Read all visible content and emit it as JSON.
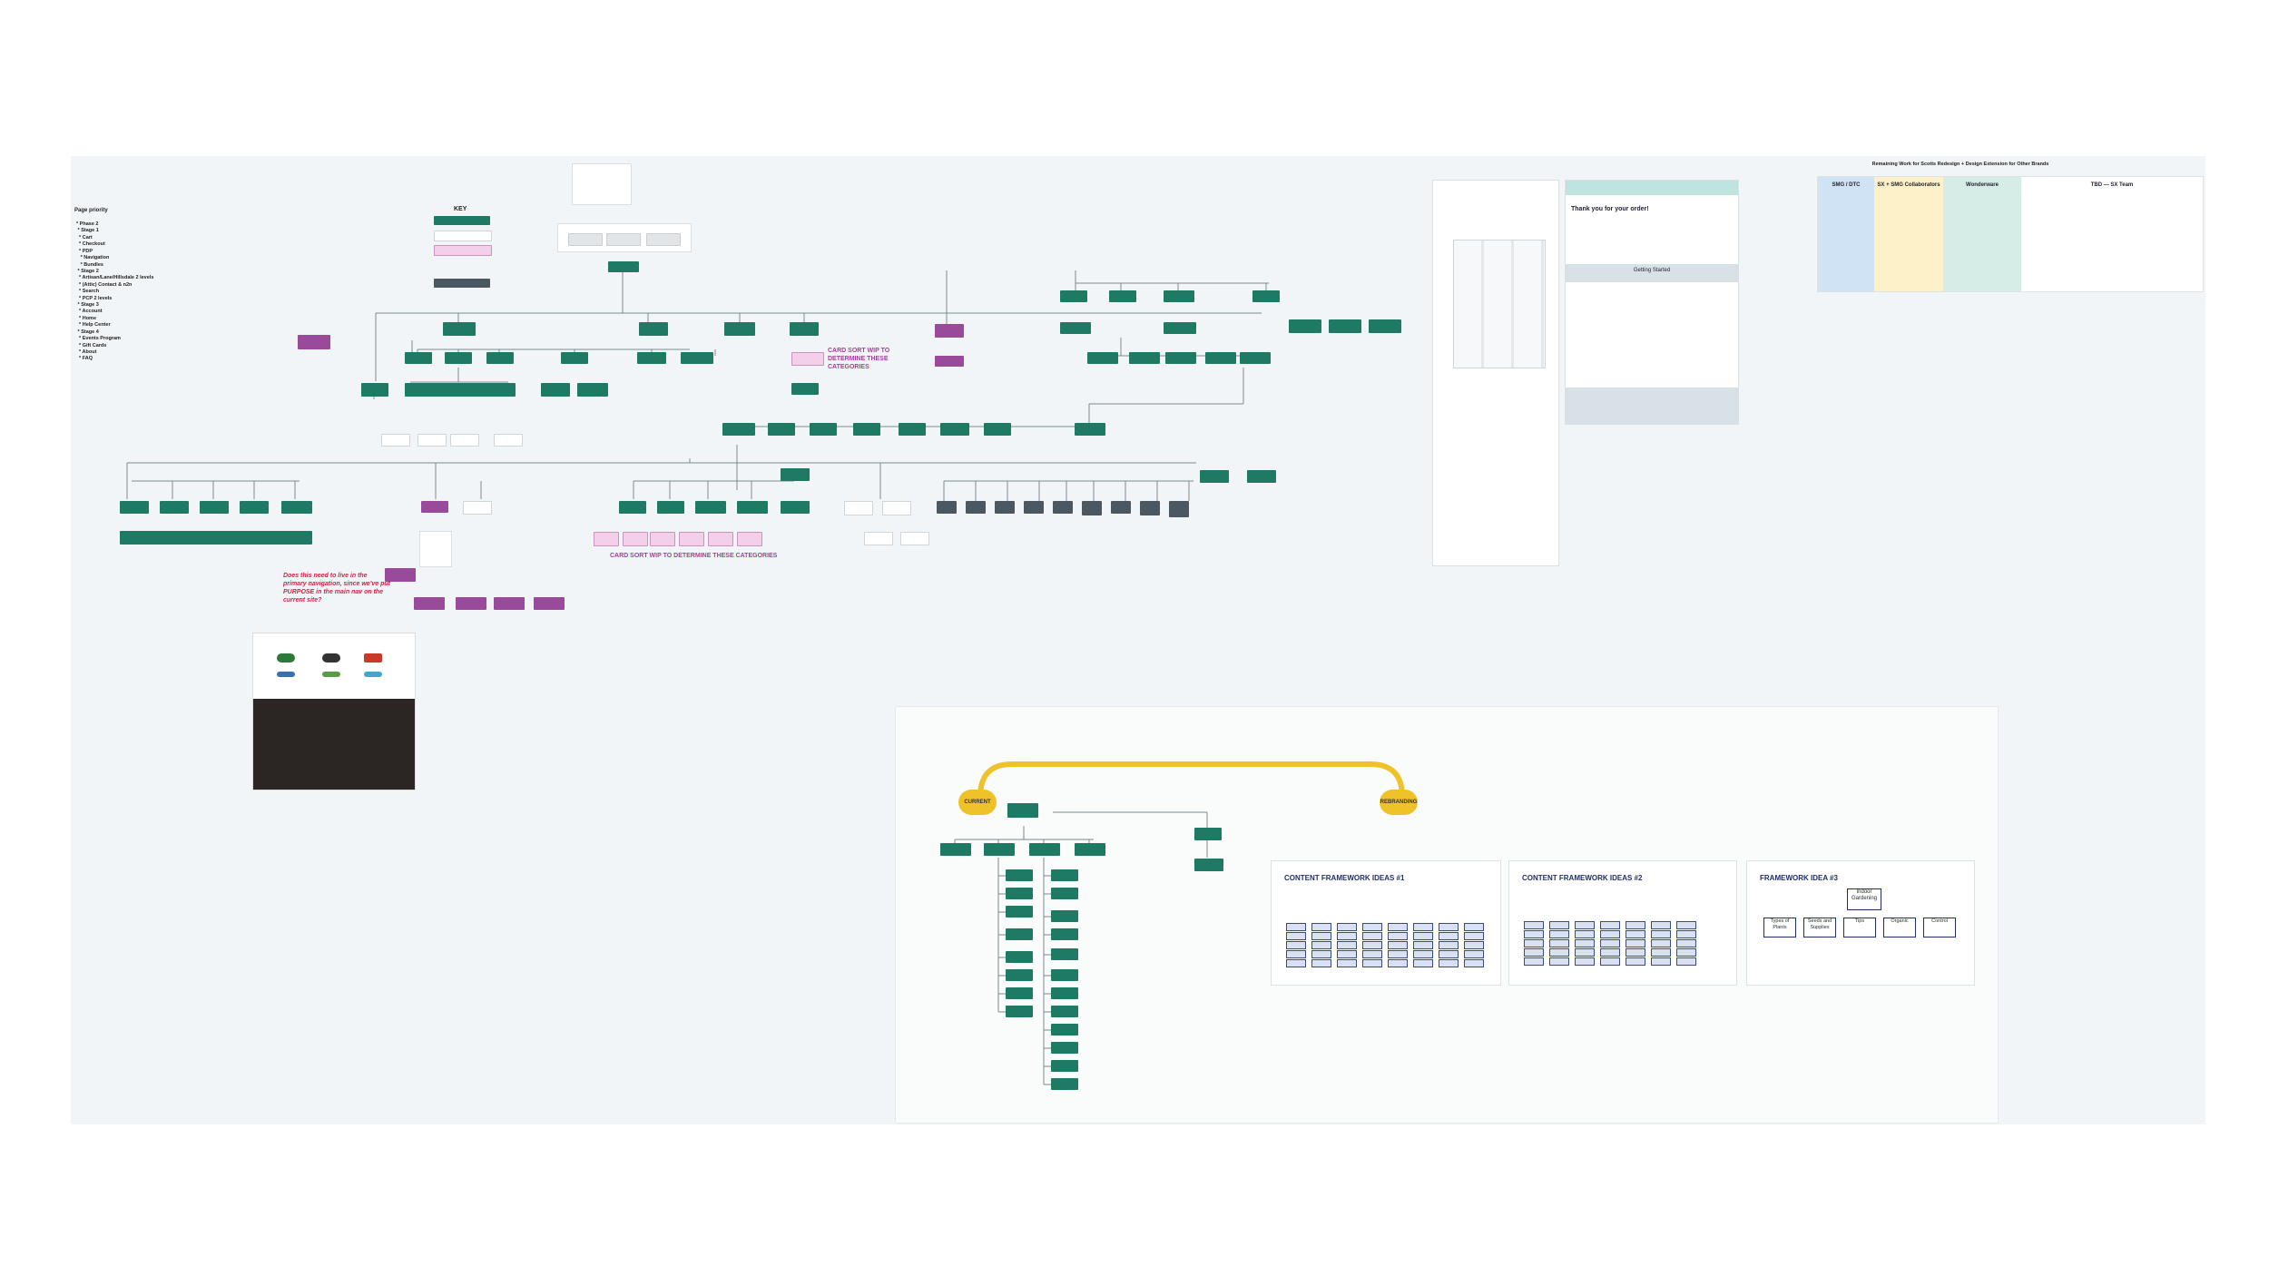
{
  "priority": {
    "title": "Page priority",
    "lines": [
      "* Phase 2",
      " * Stage 1",
      "  * Cart",
      "  * Checkout",
      "  * PDP",
      "   * Navigation",
      "   * Bundles",
      " * Stage 2",
      "  * Artisan/Lane/Hillsdale 2 levels",
      "  * (Attic) Contact & n2n",
      "  * Search",
      "  * PCP 2 levels",
      " * Stage 3",
      "  * Account",
      "  * Home",
      "  * Help Center",
      " * Stage 4",
      "  * Events Program",
      "  * Gift Cards",
      "  * About",
      "  * FAQ"
    ]
  },
  "key": {
    "title": "KEY"
  },
  "notes": {
    "card_sort_1": "CARD SORT WIP TO\nDETERMINE THESE\nCATEGORIES",
    "card_sort_2": "CARD SORT WIP TO DETERMINE THESE CATEGORIES",
    "red_question": "Does this need to live in the primary navigation, since we've put PURPOSE in the main nav on the current site?"
  },
  "right_board": {
    "title": "Remaining Work for Scotts Redesign + Design Extension for Other Brands",
    "columns": [
      {
        "label": "SMG / DTC",
        "color": "#cfe3f4"
      },
      {
        "label": "SX + SMG Collaborators",
        "color": "#fdf1c9"
      },
      {
        "label": "Wonderware",
        "color": "#d6ede7"
      },
      {
        "label": "TBD — SX Team",
        "color": "#ffffff"
      }
    ]
  },
  "order": {
    "title": "Thank you for your order!",
    "getting_started": "Getting Started"
  },
  "lower": {
    "current": "CURRENT",
    "rebranding": "REBRANDING",
    "slides": [
      {
        "title": "CONTENT FRAMEWORK IDEAS #1"
      },
      {
        "title": "CONTENT FRAMEWORK IDEAS #2"
      },
      {
        "title": "FRAMEWORK IDEA #3",
        "root": "Indoor\nGardening",
        "children": [
          "Types of\nPlants",
          "Seeds and\nSupplies",
          "Tips",
          "Organic",
          "Control"
        ]
      }
    ]
  },
  "colors": {
    "node": "#1f7a63",
    "purple": "#9a4a9b",
    "pink": "#f3cfe9",
    "dark": "#4a5961",
    "yellow": "#f0c22a"
  }
}
